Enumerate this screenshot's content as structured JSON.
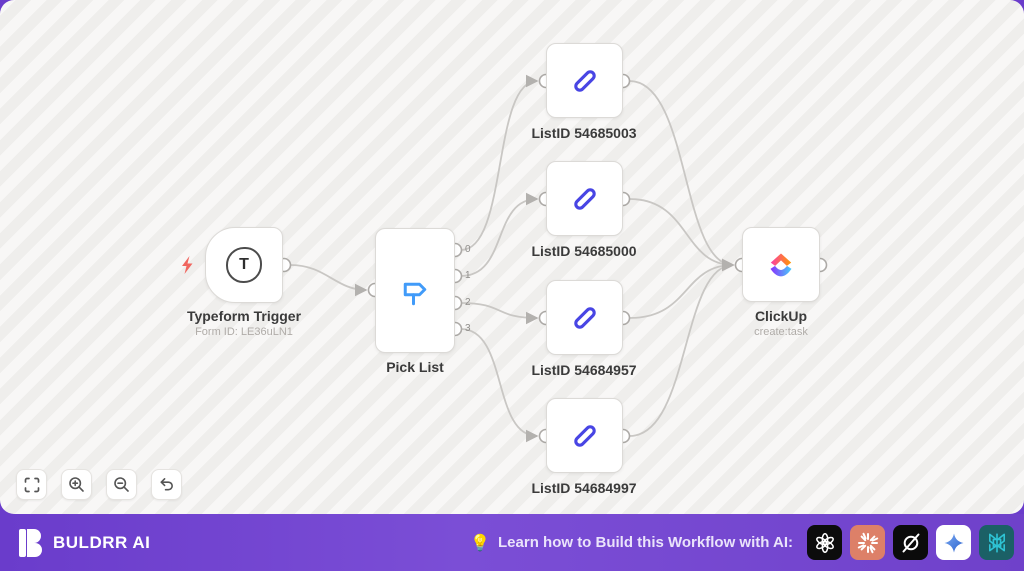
{
  "canvas": {
    "nodes": [
      {
        "label": "Typeform Trigger",
        "sublabel": "Form ID: LE36uLN1",
        "icon": "typeform-icon",
        "icon_letter": "T"
      },
      {
        "label": "Pick List",
        "sublabel": "",
        "icon": "signpost-icon"
      },
      {
        "label": "ListID 54685003",
        "sublabel": "",
        "icon": "pencil-icon"
      },
      {
        "label": "ListID 54685000",
        "sublabel": "",
        "icon": "pencil-icon"
      },
      {
        "label": "ListID 54684957",
        "sublabel": "",
        "icon": "pencil-icon"
      },
      {
        "label": "ListID 54684997",
        "sublabel": "",
        "icon": "pencil-icon"
      },
      {
        "label": "ClickUp",
        "sublabel": "create:task",
        "icon": "clickup-icon"
      }
    ],
    "pick_list_output_labels": [
      "0",
      "1",
      "2",
      "3"
    ],
    "controls": [
      "fit-view",
      "zoom-in",
      "zoom-out",
      "undo"
    ]
  },
  "footer": {
    "brand": "BULDRR AI",
    "tip_icon": "💡",
    "tip_text": "Learn how to Build this Workflow with AI:",
    "ai_icons": [
      "openai",
      "claude",
      "grok",
      "gemini",
      "perplexity"
    ]
  },
  "colors": {
    "footer_purple": "#7143cf",
    "bolt_coral": "#f0665f",
    "pencil_indigo": "#4845e4",
    "signpost_blue": "#419bf9",
    "edge_gray": "#c9c7c4",
    "claude_coral": "#dd8068",
    "gemini_blue": "#3f7fe8",
    "perplexity_teal": "#2ec3d4",
    "perplexity_bg": "#1b6066"
  }
}
